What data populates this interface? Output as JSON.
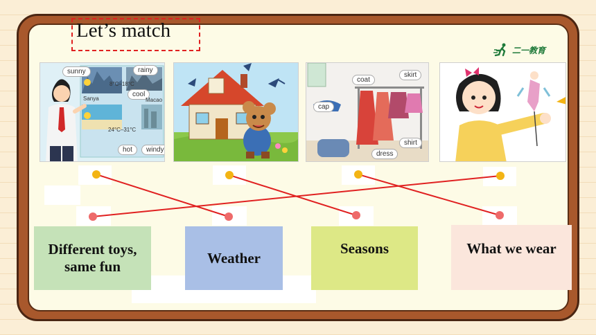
{
  "title": "Let’s match",
  "logo": {
    "text": "二一教育",
    "icon": "running-person-icon"
  },
  "picture1": {
    "tags": {
      "sunny": "sunny",
      "rainy": "rainy",
      "cool": "cool",
      "hot": "hot",
      "windy": "windy"
    },
    "card1_temp": "8°C–18°C",
    "card2_city": "Sanya",
    "card2_temp": "24°C–31°C",
    "card3_city": "Macao"
  },
  "picture3": {
    "tags": {
      "coat": "coat",
      "skirt": "skirt",
      "cap": "cap",
      "shirt": "shirt",
      "dress": "dress"
    }
  },
  "cards": [
    {
      "label": "Different toys, same fun",
      "color": "#c5e2b8"
    },
    {
      "label": "Weather",
      "color": "#a9bfe6"
    },
    {
      "label": "Seasons",
      "color": "#dde886"
    },
    {
      "label": "What we wear",
      "color": "#fbe6dc"
    }
  ],
  "colors": {
    "line": "#e02020",
    "top_dot": "#f3b414",
    "bottom_dot": "#ee6a6a"
  }
}
